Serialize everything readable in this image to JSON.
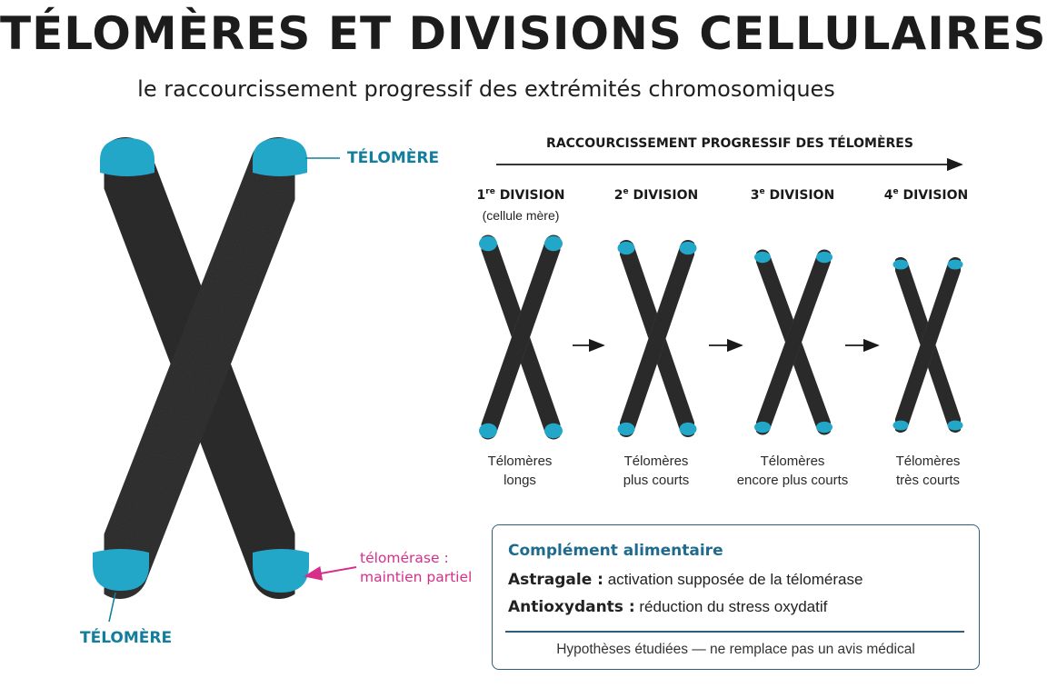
{
  "title": "TÉLOMÈRES ET DIVISIONS CELLULAIRES",
  "subtitle": "le raccourcissement progressif des extrémités chromosomiques",
  "big_chromosome": {
    "label_top": "TÉLOMÈRE",
    "label_bottom": "TÉLOMÈRE",
    "telomerase_label_1": "télomérase :",
    "telomerase_label_2": "maintien partiel"
  },
  "progression": {
    "title": "RACCOURCISSEMENT PROGRESSIF DES TÉLOMÈRES",
    "stages": [
      {
        "num": "1",
        "sup": "re",
        "word": "DIVISION",
        "note": "(cellule mère)",
        "cap1": "Télomères",
        "cap2": "longs",
        "telomere_level": 1.0
      },
      {
        "num": "2",
        "sup": "e",
        "word": "DIVISION",
        "note": "",
        "cap1": "Télomères",
        "cap2": "plus courts",
        "telomere_level": 0.7
      },
      {
        "num": "3",
        "sup": "e",
        "word": "DIVISION",
        "note": "",
        "cap1": "Télomères",
        "cap2": "encore plus courts",
        "telomere_level": 0.45
      },
      {
        "num": "4",
        "sup": "e",
        "word": "DIVISION",
        "note": "",
        "cap1": "Télomères",
        "cap2": "très courts",
        "telomere_level": 0.25
      }
    ]
  },
  "supplement_box": {
    "title": "Complément alimentaire",
    "line1_bold": "Astragale :",
    "line1_text": "activation supposée de la télomérase",
    "line2_bold": "Antioxydants :",
    "line2_text": "réduction du stress oxydatif",
    "footer": "Hypothèses étudiées — ne remplace pas un avis médical"
  },
  "colors": {
    "telomere": "#23a7c9",
    "chromosome": "#2e2e2e",
    "accent_teal": "#137e9c",
    "accent_pink": "#d62f8a",
    "box_border": "#2c5f7a"
  }
}
